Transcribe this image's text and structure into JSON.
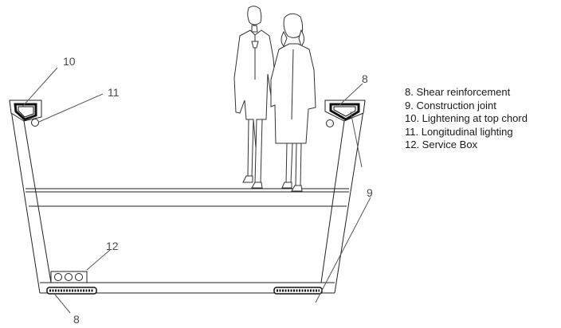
{
  "callouts": {
    "top_left_10": "10",
    "top_left_11": "11",
    "top_right_8": "8",
    "right_9": "9",
    "service_box_12": "12",
    "bottom_8": "8"
  },
  "legend": [
    "8.  Shear reinforcement",
    "9.  Construction joint",
    "10. Lightening at top chord",
    "11. Longitudinal lighting",
    "12. Service Box"
  ]
}
